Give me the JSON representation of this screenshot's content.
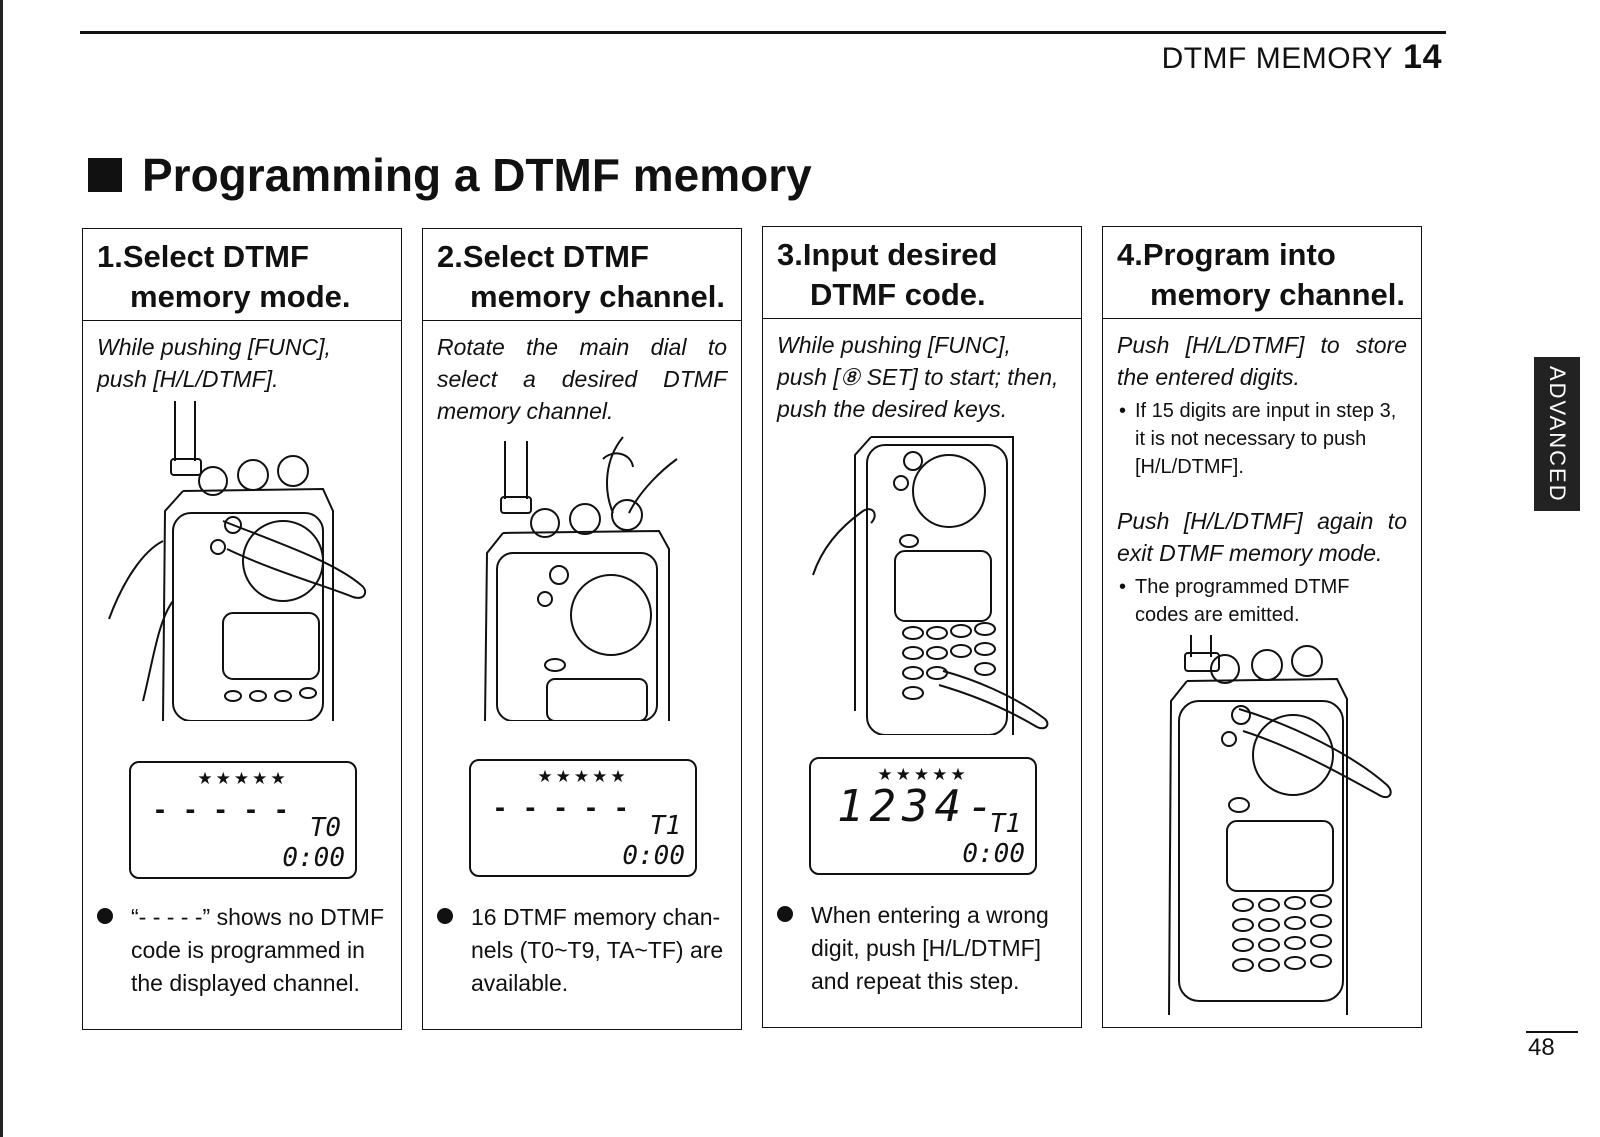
{
  "header": {
    "section": "DTMF MEMORY",
    "chapter": "14"
  },
  "title": "Programming a DTMF memory",
  "side_tab": "ADVANCED",
  "page_number": "48",
  "steps": [
    {
      "title_line1": "1.Select DTMF",
      "title_line2": "memory mode.",
      "instruction": "While pushing [FUNC], push [H/L/DTMF].",
      "display": {
        "stars": "★★★★★",
        "code": "- - - - -",
        "channel": "T0",
        "time": "0:00"
      },
      "note": "“- - - - -” shows no DTMF code is programmed in the displayed channel."
    },
    {
      "title_line1": "2.Select DTMF",
      "title_line2": "memory channel.",
      "instruction": "Rotate the main dial to select a desired DTMF memory channel.",
      "display": {
        "stars": "★★★★★",
        "code": "- - - - -",
        "channel": "T1",
        "time": "0:00"
      },
      "note": "16 DTMF memory chan-nels (T0~T9, TA~TF) are available."
    },
    {
      "title_line1": "3.Input desired",
      "title_line2": "DTMF code.",
      "instruction": "While pushing [FUNC], push [⑧ SET] to start; then, push the desired keys.",
      "display": {
        "stars": "★★★★★",
        "code": "1234-",
        "channel": "T1",
        "time": "0:00"
      },
      "note": "When entering a wrong digit, push [H/L/DTMF] and repeat this step."
    },
    {
      "title_line1": "4.Program into",
      "title_line2": "memory channel.",
      "instruction": "Push [H/L/DTMF] to store the entered digits.",
      "bullet1": "If 15 digits are input in step 3, it is not necessary to push [H/L/DTMF].",
      "instruction2": "Push [H/L/DTMF] again to exit DTMF memory mode.",
      "bullet2": "The programmed DTMF codes are emitted."
    }
  ]
}
